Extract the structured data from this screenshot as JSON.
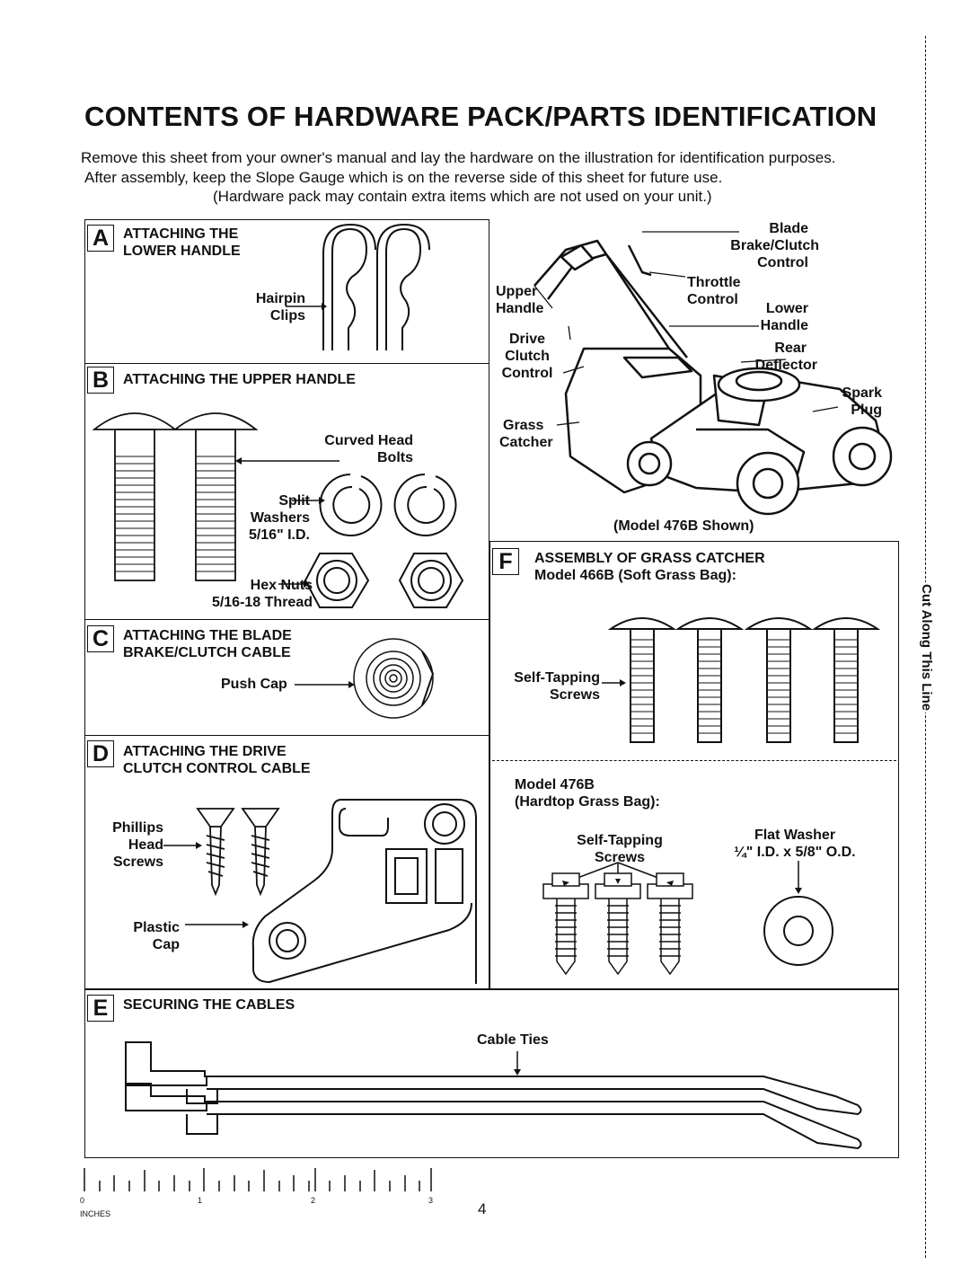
{
  "title": "CONTENTS OF HARDWARE PACK/PARTS IDENTIFICATION",
  "intro": {
    "line1": "Remove this sheet from your owner's manual and lay the hardware on the illustration for identification purposes.",
    "line2": "After assembly, keep the Slope Gauge which is on the reverse side of this sheet for future use.",
    "line3": "(Hardware pack may contain extra items which are not used on your unit.)"
  },
  "section_a": {
    "letter": "A",
    "heading_line1": "ATTACHING THE",
    "heading_line2": "LOWER HANDLE",
    "label_line1": "Hairpin",
    "label_line2": "Clips"
  },
  "section_b": {
    "letter": "B",
    "heading": "ATTACHING THE UPPER HANDLE",
    "bolts_line1": "Curved Head",
    "bolts_line2": "Bolts",
    "washers_line1": "Split",
    "washers_line2": "Washers",
    "washers_line3": "5/16\" I.D.",
    "nuts_line1": "Hex Nuts",
    "nuts_line2": "5/16-18 Thread"
  },
  "section_c": {
    "letter": "C",
    "heading_line1": "ATTACHING THE BLADE",
    "heading_line2": "BRAKE/CLUTCH CABLE",
    "label": "Push Cap"
  },
  "section_d": {
    "letter": "D",
    "heading_line1": "ATTACHING THE DRIVE",
    "heading_line2": "CLUTCH CONTROL CABLE",
    "screws_line1": "Phillips",
    "screws_line2": "Head",
    "screws_line3": "Screws",
    "cap_line1": "Plastic",
    "cap_line2": "Cap"
  },
  "section_e": {
    "letter": "E",
    "heading": "SECURING THE CABLES",
    "label": "Cable Ties"
  },
  "mower": {
    "blade_line1": "Blade",
    "blade_line2": "Brake/Clutch",
    "blade_line3": "Control",
    "throttle_line1": "Throttle",
    "throttle_line2": "Control",
    "lower_line1": "Lower",
    "lower_line2": "Handle",
    "upper_line1": "Upper",
    "upper_line2": "Handle",
    "drive_line1": "Drive",
    "drive_line2": "Clutch",
    "drive_line3": "Control",
    "rear_line1": "Rear",
    "rear_line2": "Deflector",
    "spark_line1": "Spark",
    "spark_line2": "Plug",
    "grass_line1": "Grass",
    "grass_line2": "Catcher",
    "caption": "(Model 476B Shown)"
  },
  "section_f": {
    "letter": "F",
    "heading_line1": "ASSEMBLY OF GRASS CATCHER",
    "heading_line2": "Model 466B (Soft Grass Bag):",
    "screws_line1": "Self-Tapping",
    "screws_line2": "Screws",
    "model2_line1": "Model 476B",
    "model2_line2": "(Hardtop Grass Bag):",
    "screws2_line1": "Self-Tapping",
    "screws2_line2": "Screws",
    "washer_line1": "Flat Washer",
    "washer_line2": "¼\" I.D. x 5/8\" O.D."
  },
  "ruler": {
    "ticks": [
      "0",
      "1",
      "2",
      "3"
    ],
    "unit": "INCHES"
  },
  "page_number": "4",
  "cut_line": "Cut Along This Line"
}
